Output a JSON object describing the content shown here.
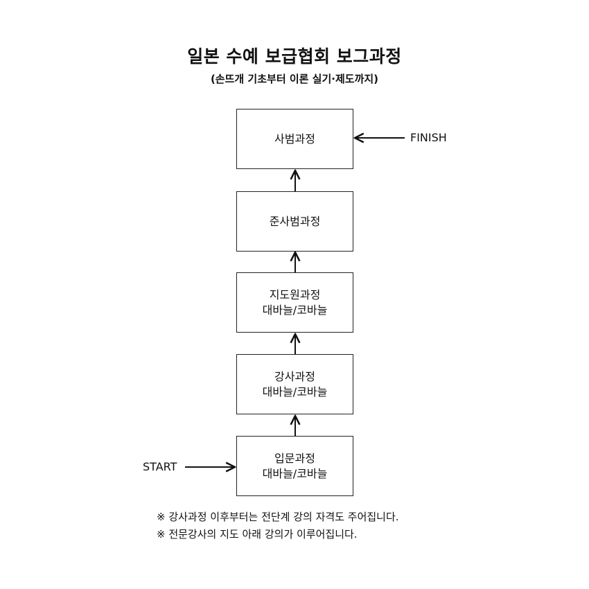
{
  "title": "일본 수예 보급협회 보그과정",
  "subtitle": "(손뜨개 기초부터 이론 실기·제도까지)",
  "steps": [
    {
      "line1": "사범과정",
      "line2": ""
    },
    {
      "line1": "준사범과정",
      "line2": ""
    },
    {
      "line1": "지도원과정",
      "line2": "대바늘/코바늘"
    },
    {
      "line1": "강사과정",
      "line2": "대바늘/코바늘"
    },
    {
      "line1": "입문과정",
      "line2": "대바늘/코바늘"
    }
  ],
  "finish_label": "FINISH",
  "start_label": "START",
  "notes": [
    "※  강사과정 이후부터는 전단계 강의 자격도 주어집니다.",
    "※  전문강사의 지도 아래 강의가 이루어집니다."
  ]
}
